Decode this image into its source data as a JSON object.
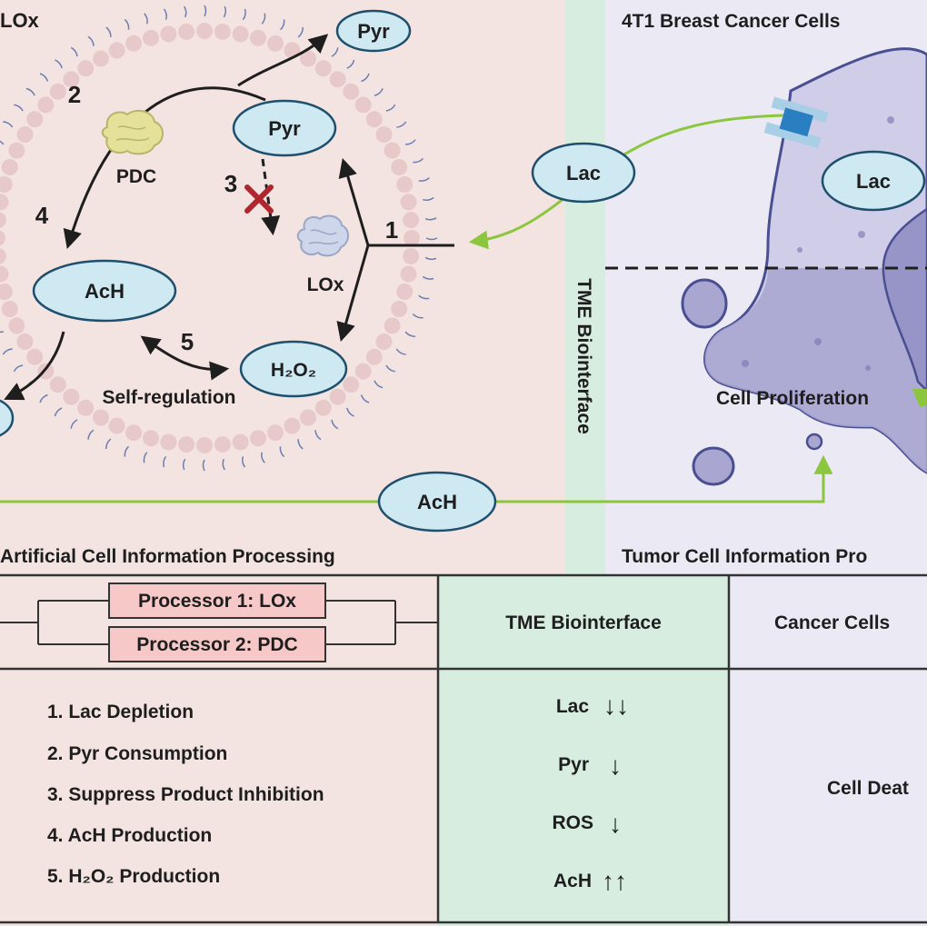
{
  "colors": {
    "left_panel": "#f3e4e1",
    "right_panel": "#ebe9f4",
    "biointerface": "#d6ede0",
    "membrane": "#e8c9c9",
    "ellipse_fill": "#cfe9f3",
    "ellipse_stroke": "#1e4f6d",
    "arrow_green": "#8cc63e",
    "inhibit_red": "#b0262f",
    "processor_fill": "#f6c9c8",
    "cell_light": "#cfcde8",
    "cell_dark": "#a9a6d2",
    "cell_stroke": "#4a4f91"
  },
  "header": {
    "left_title": "LOx",
    "right_title": "4T1 Breast Cancer Cells"
  },
  "molecules": {
    "pyr_out": "Pyr",
    "pyr_in": "Pyr",
    "lac_mid": "Lac",
    "lac_cell": "Lac",
    "ach_in": "AcH",
    "ach_bottom": "AcH",
    "h2o2": "H₂O₂"
  },
  "enzymes": {
    "pdc": "PDC",
    "lox": "LOx"
  },
  "steps": [
    "1",
    "2",
    "3",
    "4",
    "5"
  ],
  "self_regulation": "Self-regulation",
  "tme_vertical": "TME Biointerface",
  "cell_proliferation": "Cell Proliferation",
  "section_titles": {
    "left": "Artificial Cell Information Processing",
    "right": "Tumor Cell Information Pro"
  },
  "table": {
    "processors": [
      "Processor 1: LOx",
      "Processor 2: PDC"
    ],
    "tme_header": "TME Biointerface",
    "cancer_header": "Cancer Cells",
    "functions": [
      "1. Lac Depletion",
      "2. Pyr Consumption",
      "3. Suppress Product Inhibition",
      "4. AcH Production",
      "5. H₂O₂ Production"
    ],
    "changes": [
      {
        "name": "Lac",
        "arrows": "↓↓"
      },
      {
        "name": "Pyr",
        "arrows": "↓"
      },
      {
        "name": "ROS",
        "arrows": "↓"
      },
      {
        "name": "AcH",
        "arrows": "↑↑"
      }
    ],
    "outcome": "Cell Deat"
  }
}
